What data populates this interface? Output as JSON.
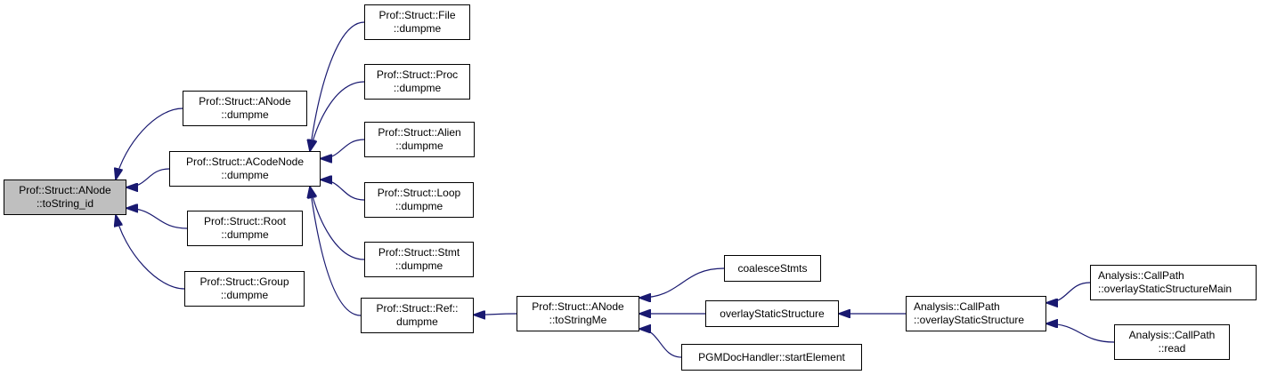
{
  "diagram": {
    "type": "doxygen-caller-graph",
    "edge_color": "#191970",
    "root_fill": "#bfbfbf",
    "nodes": [
      {
        "id": "toString_id",
        "lines": [
          "Prof::Struct::ANode",
          "::toString_id"
        ],
        "root": true
      },
      {
        "id": "anode_dumpme",
        "lines": [
          "Prof::Struct::ANode",
          "::dumpme"
        ]
      },
      {
        "id": "acodenode_dumpme",
        "lines": [
          "Prof::Struct::ACodeNode",
          "::dumpme"
        ]
      },
      {
        "id": "root_dumpme",
        "lines": [
          "Prof::Struct::Root",
          "::dumpme"
        ]
      },
      {
        "id": "group_dumpme",
        "lines": [
          "Prof::Struct::Group",
          "::dumpme"
        ]
      },
      {
        "id": "file_dumpme",
        "lines": [
          "Prof::Struct::File",
          "::dumpme"
        ]
      },
      {
        "id": "proc_dumpme",
        "lines": [
          "Prof::Struct::Proc",
          "::dumpme"
        ]
      },
      {
        "id": "alien_dumpme",
        "lines": [
          "Prof::Struct::Alien",
          "::dumpme"
        ]
      },
      {
        "id": "loop_dumpme",
        "lines": [
          "Prof::Struct::Loop",
          "::dumpme"
        ]
      },
      {
        "id": "stmt_dumpme",
        "lines": [
          "Prof::Struct::Stmt",
          "::dumpme"
        ]
      },
      {
        "id": "ref_dumpme",
        "lines": [
          "Prof::Struct::Ref::",
          "dumpme"
        ]
      },
      {
        "id": "anode_tostringme",
        "lines": [
          "Prof::Struct::ANode",
          "::toStringMe"
        ]
      },
      {
        "id": "coalescestmts",
        "lines": [
          "coalesceStmts"
        ]
      },
      {
        "id": "overlaystaticstructure",
        "lines": [
          "overlayStaticStructure"
        ]
      },
      {
        "id": "pgmdochandler_startelement",
        "lines": [
          "PGMDocHandler::startElement"
        ]
      },
      {
        "id": "callpath_overlaystaticstructure",
        "lines": [
          "Analysis::CallPath",
          "::overlayStaticStructure"
        ]
      },
      {
        "id": "callpath_overlaystaticstructuremain",
        "lines": [
          "Analysis::CallPath",
          "::overlayStaticStructureMain"
        ]
      },
      {
        "id": "callpath_read",
        "lines": [
          "Analysis::CallPath",
          "::read"
        ]
      }
    ],
    "edges": [
      {
        "from": "anode_dumpme",
        "to": "toString_id"
      },
      {
        "from": "acodenode_dumpme",
        "to": "toString_id"
      },
      {
        "from": "root_dumpme",
        "to": "toString_id"
      },
      {
        "from": "group_dumpme",
        "to": "toString_id"
      },
      {
        "from": "file_dumpme",
        "to": "acodenode_dumpme"
      },
      {
        "from": "proc_dumpme",
        "to": "acodenode_dumpme"
      },
      {
        "from": "alien_dumpme",
        "to": "acodenode_dumpme"
      },
      {
        "from": "loop_dumpme",
        "to": "acodenode_dumpme"
      },
      {
        "from": "stmt_dumpme",
        "to": "acodenode_dumpme"
      },
      {
        "from": "ref_dumpme",
        "to": "acodenode_dumpme"
      },
      {
        "from": "anode_tostringme",
        "to": "ref_dumpme"
      },
      {
        "from": "coalescestmts",
        "to": "anode_tostringme"
      },
      {
        "from": "overlaystaticstructure",
        "to": "anode_tostringme"
      },
      {
        "from": "pgmdochandler_startelement",
        "to": "anode_tostringme"
      },
      {
        "from": "callpath_overlaystaticstructure",
        "to": "overlaystaticstructure"
      },
      {
        "from": "callpath_overlaystaticstructuremain",
        "to": "callpath_overlaystaticstructure"
      },
      {
        "from": "callpath_read",
        "to": "callpath_overlaystaticstructure"
      }
    ]
  }
}
